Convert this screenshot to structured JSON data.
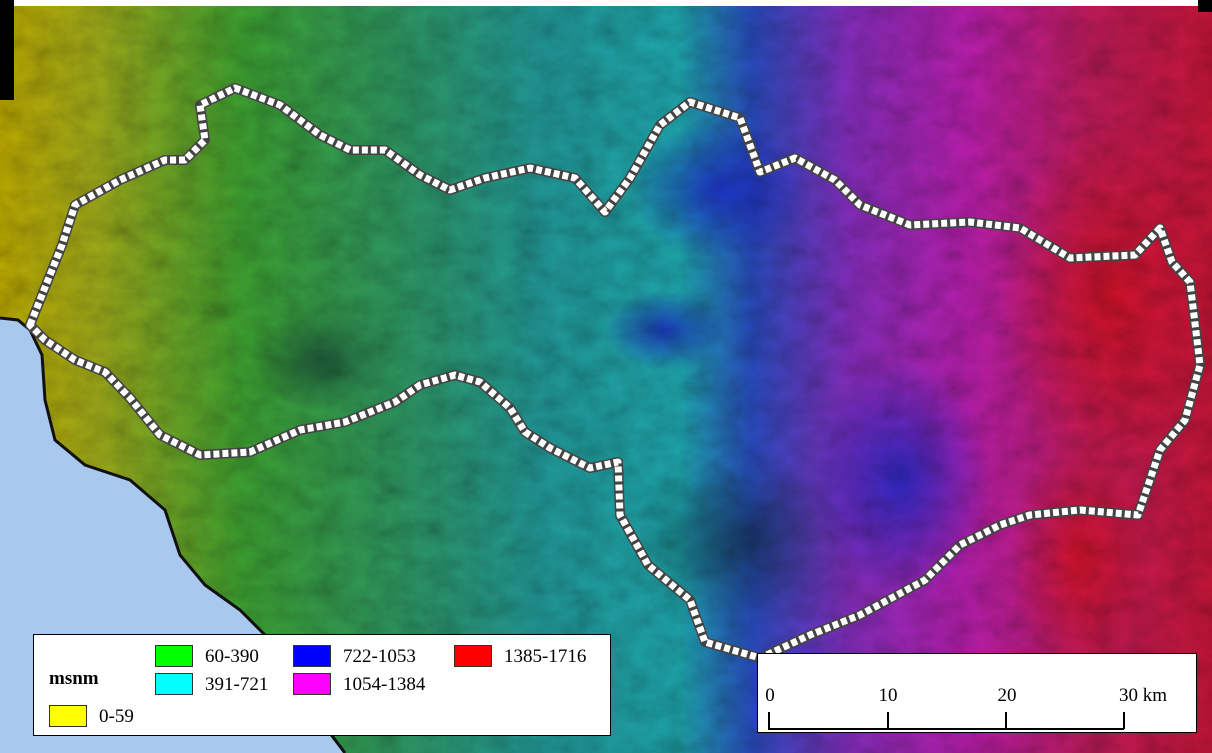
{
  "map": {
    "colors": {
      "sea": "#a9c8ee",
      "coast": "#111111",
      "boundary": "#ffffff",
      "boundary_outline": "#444444"
    }
  },
  "legend": {
    "title": "msnm",
    "classes": [
      {
        "label": "0-59",
        "color": "#ffff00"
      },
      {
        "label": "60-390",
        "color": "#00ff00"
      },
      {
        "label": "391-721",
        "color": "#00ffff"
      },
      {
        "label": "722-1053",
        "color": "#0000ff"
      },
      {
        "label": "1054-1384",
        "color": "#ff00ff"
      },
      {
        "label": "1385-1716",
        "color": "#ff0000"
      }
    ]
  },
  "scale": {
    "ticks": [
      "0",
      "10",
      "20",
      "30 km"
    ]
  }
}
